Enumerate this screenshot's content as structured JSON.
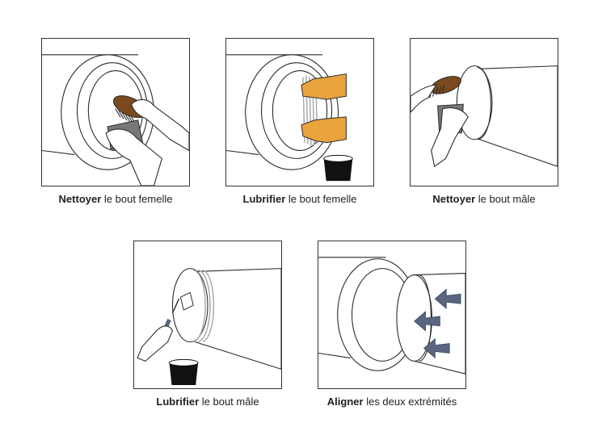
{
  "steps": [
    {
      "verb": "Nettoyer",
      "rest": " le bout femelle"
    },
    {
      "verb": "Lubrifier",
      "rest": " le bout femelle"
    },
    {
      "verb": "Nettoyer",
      "rest": " le bout mâle"
    },
    {
      "verb": "Lubrifier",
      "rest": " le bout mâle"
    },
    {
      "verb": "Aligner",
      "rest": " les deux extrémités"
    }
  ],
  "colors": {
    "glove": "#E8A33C",
    "brush": "#7A4A1E",
    "arrow": "#5A6680",
    "lubricant_pot": "#111111",
    "outline": "#2A2A2A"
  },
  "icons": [
    "brush-icon",
    "rag-icon",
    "hand-icon",
    "glove-icon",
    "lubricant-pot-icon",
    "paintbrush-icon",
    "arrow-icon"
  ]
}
